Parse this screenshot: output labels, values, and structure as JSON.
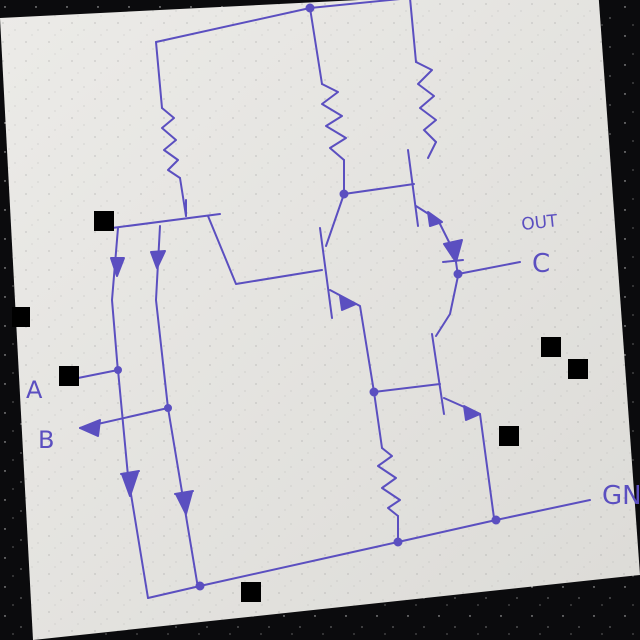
{
  "labels": {
    "input_a": "A",
    "input_b": "B",
    "out": "OUT",
    "output_c": "C",
    "ground": "GN"
  },
  "colors": {
    "ink": "#5b4fc0",
    "paper": "#e7e6e2",
    "background": "#0b0b0d"
  }
}
